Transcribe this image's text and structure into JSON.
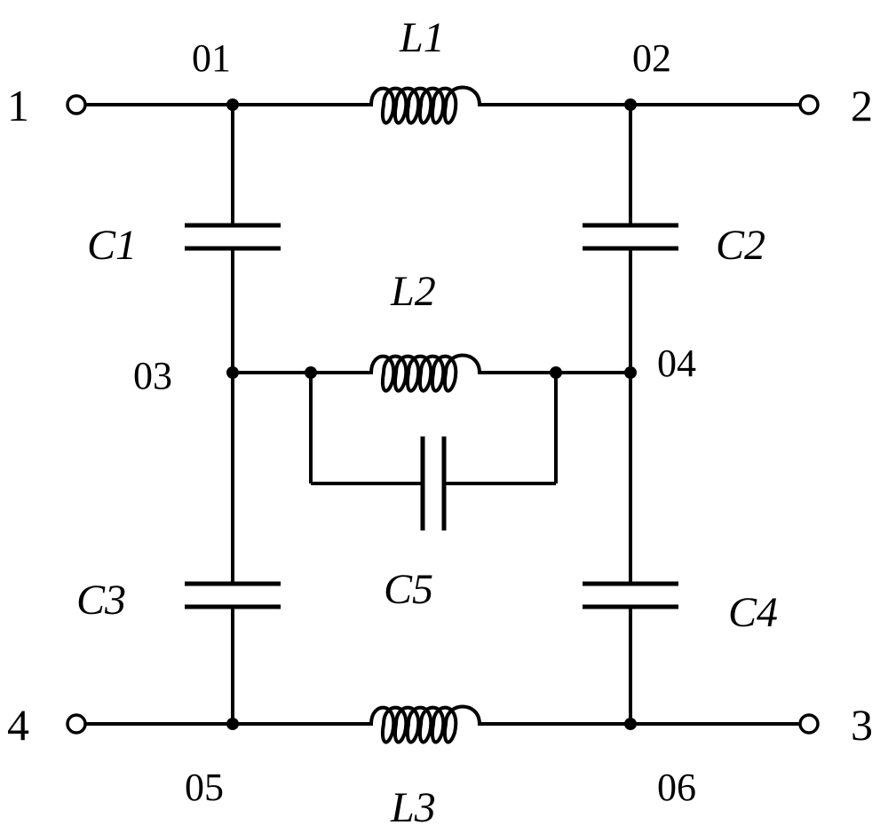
{
  "ports": {
    "p1": "1",
    "p2": "2",
    "p3": "3",
    "p4": "4"
  },
  "nodes": {
    "n01": "01",
    "n02": "02",
    "n03": "03",
    "n04": "04",
    "n05": "05",
    "n06": "06"
  },
  "components": {
    "L1": "L1",
    "L2": "L2",
    "L3": "L3",
    "C1": "C1",
    "C2": "C2",
    "C3": "C3",
    "C4": "C4",
    "C5": "C5"
  }
}
